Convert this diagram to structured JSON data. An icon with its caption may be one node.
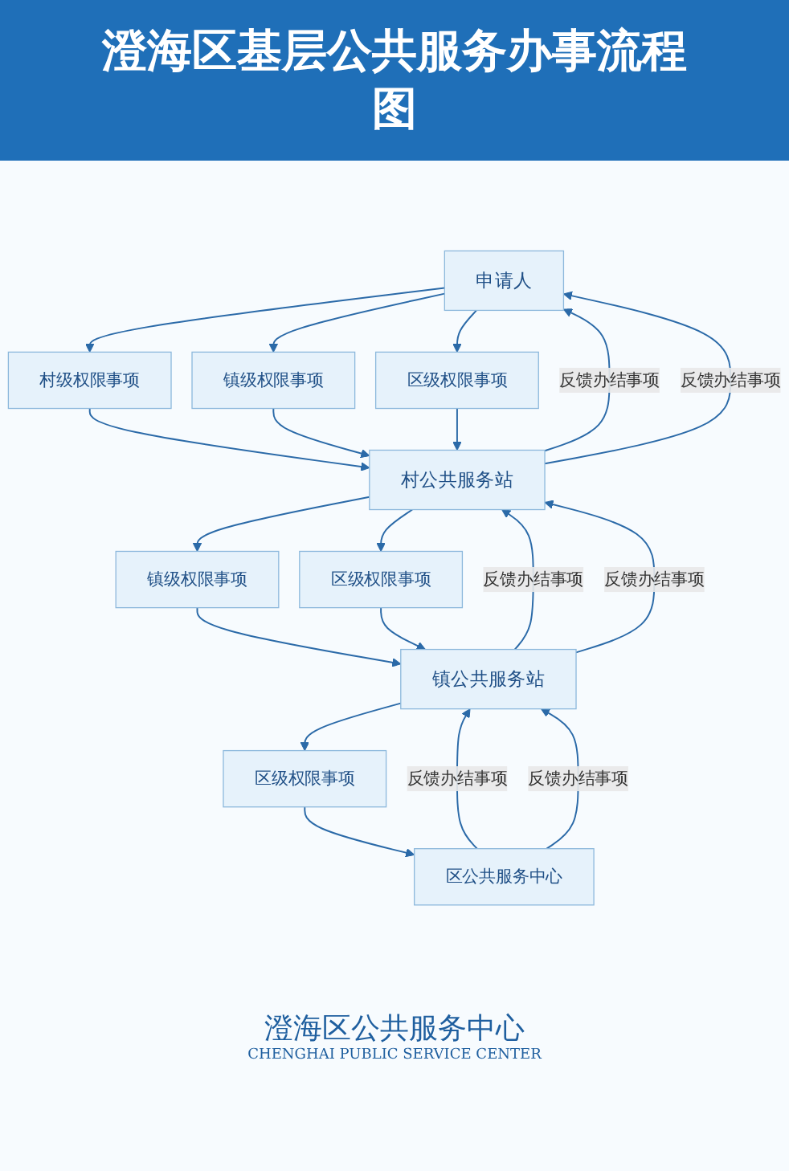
{
  "diagram": {
    "title": "澄海区基层公共服务办事流程图",
    "nodes": [
      {
        "text": [
          "申请人"
        ]
      },
      {
        "text": [
          "村级权限事项"
        ]
      },
      {
        "text": [
          "镇级权限事项"
        ]
      },
      {
        "text": [
          "区级权限事项"
        ]
      },
      {
        "text": [
          "村公共服务站"
        ]
      },
      {
        "text": [
          "镇级权限事项"
        ]
      },
      {
        "text": [
          "区级权限事项"
        ]
      },
      {
        "text": [
          "镇公共服务站"
        ]
      },
      {
        "text": [
          "区级权限事项"
        ]
      },
      {
        "text": [
          "区公共服务中心"
        ]
      }
    ],
    "edges": [
      {
        "from": 0,
        "to": 1,
        "arrow": "to"
      },
      {
        "from": 0,
        "to": 2,
        "arrow": "to"
      },
      {
        "from": 0,
        "to": 3,
        "arrow": "to"
      },
      {
        "from": 1,
        "to": 4,
        "arrow": "to"
      },
      {
        "from": 2,
        "to": 4,
        "arrow": "to"
      },
      {
        "from": 3,
        "to": 4,
        "arrow": "to"
      },
      {
        "from": 4,
        "to": 0,
        "arrow": "to",
        "label": "反馈办结事项"
      },
      {
        "from": 4,
        "to": 0,
        "arrow": "to",
        "label": "反馈办结事项"
      },
      {
        "from": 4,
        "to": 5,
        "arrow": "to"
      },
      {
        "from": 4,
        "to": 6,
        "arrow": "to"
      },
      {
        "from": 5,
        "to": 7,
        "arrow": "to"
      },
      {
        "from": 6,
        "to": 7,
        "arrow": "to"
      },
      {
        "from": 7,
        "to": 4,
        "arrow": "to",
        "label": "反馈办结事项"
      },
      {
        "from": 7,
        "to": 4,
        "arrow": "to",
        "label": "反馈办结事项"
      },
      {
        "from": 7,
        "to": 8,
        "arrow": "to"
      },
      {
        "from": 8,
        "to": 9,
        "arrow": "to"
      },
      {
        "from": 9,
        "to": 7,
        "arrow": "to",
        "label": "反馈办结事项"
      },
      {
        "from": 9,
        "to": 7,
        "arrow": "to",
        "label": "反馈办结事项"
      }
    ],
    "labels": [
      "澄海区公共服务中心",
      "CHENGHAI PUBLIC SERVICE CENTER"
    ]
  }
}
